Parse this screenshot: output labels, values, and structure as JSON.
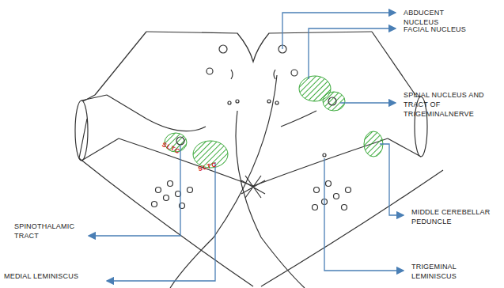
{
  "diagram": {
    "labels": [
      "ABDUCENT NUCLEUS",
      "FACIAL NUCLEUS",
      "SPINAL NUCLEUS AND TRACT OF TRIGEMINALNERVE",
      "MIDDLE CEREBELLAR PEDUNCLE",
      "SPINOTHALAMIC TRACT",
      "MEDIAL LEMINISCUS",
      "TRIGEMINAL LEMINISCUS",
      "SLTC",
      "SLTC"
    ]
  }
}
